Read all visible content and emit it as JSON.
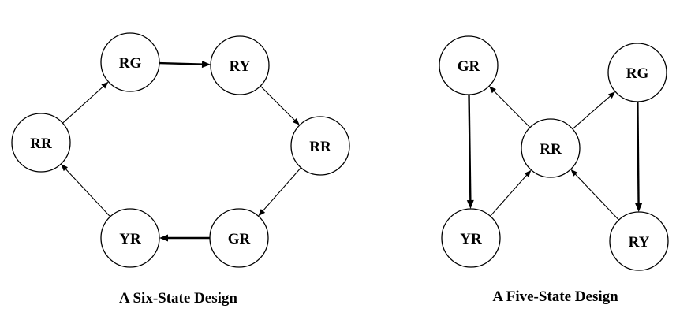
{
  "diagrams": [
    {
      "caption": "A Six-State Design",
      "nodes": [
        {
          "id": "s_rr_left",
          "label": "RR"
        },
        {
          "id": "s_rg",
          "label": "RG"
        },
        {
          "id": "s_ry",
          "label": "RY"
        },
        {
          "id": "s_rr_right",
          "label": "RR"
        },
        {
          "id": "s_gr",
          "label": "GR"
        },
        {
          "id": "s_yr",
          "label": "YR"
        }
      ],
      "edges": [
        {
          "from": "s_rr_left",
          "to": "s_rg"
        },
        {
          "from": "s_rg",
          "to": "s_ry"
        },
        {
          "from": "s_ry",
          "to": "s_rr_right"
        },
        {
          "from": "s_rr_right",
          "to": "s_gr"
        },
        {
          "from": "s_gr",
          "to": "s_yr"
        },
        {
          "from": "s_yr",
          "to": "s_rr_left"
        }
      ]
    },
    {
      "caption": "A Five-State Design",
      "nodes": [
        {
          "id": "f_gr",
          "label": "GR"
        },
        {
          "id": "f_rg",
          "label": "RG"
        },
        {
          "id": "f_rr",
          "label": "RR"
        },
        {
          "id": "f_yr",
          "label": "YR"
        },
        {
          "id": "f_ry",
          "label": "RY"
        }
      ],
      "edges": [
        {
          "from": "f_gr",
          "to": "f_yr"
        },
        {
          "from": "f_yr",
          "to": "f_rr"
        },
        {
          "from": "f_rr",
          "to": "f_gr"
        },
        {
          "from": "f_rr",
          "to": "f_rg"
        },
        {
          "from": "f_rg",
          "to": "f_ry"
        },
        {
          "from": "f_ry",
          "to": "f_rr"
        }
      ]
    }
  ]
}
